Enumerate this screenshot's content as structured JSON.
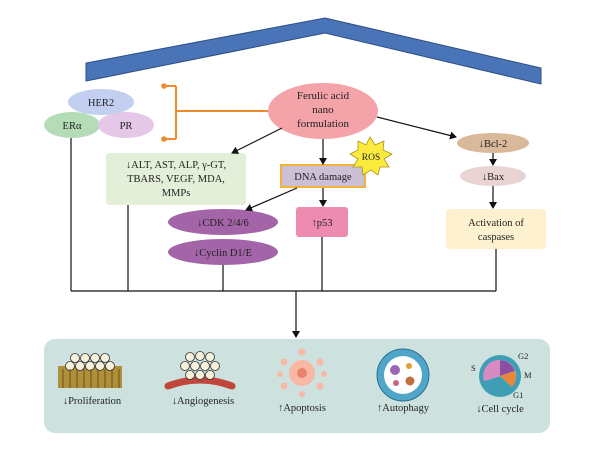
{
  "receptors": {
    "her2": "HER2",
    "er": "ERα",
    "pr": "PR"
  },
  "ferulic": {
    "line1": "Ferulic acid",
    "line2": "nano",
    "line3": "formulation"
  },
  "markers": {
    "line1": "↓ALT, AST, ALP, γ-GT,",
    "line2": "TBARS, VEGF, MDA,",
    "line3": "MMPs"
  },
  "dna_damage": "DNA damage",
  "ros": "ROS",
  "cdk": "↓CDK 2/4/6",
  "cyclin": "↓Cyclin D1/E",
  "p53": "↑p53",
  "bcl2": "↓Bcl-2",
  "bax": "↓Bax",
  "caspases": {
    "line1": "Activation of",
    "line2": "caspases"
  },
  "outcomes": {
    "proliferation": "↓Proliferation",
    "angiogenesis": "↓Angiogenesis",
    "apoptosis": "↑Apoptosis",
    "autophagy": "↑Autophagy",
    "cell_cycle": "↓Cell cycle"
  },
  "cycle_phases": {
    "g2": "G2",
    "s": "S",
    "m": "M",
    "g1": "G1"
  },
  "colors": {
    "membrane": "#4a74b8",
    "ferulic": "#f4a3a8",
    "markers_box": "#e4efd9",
    "dna_box": "#cdbfd6",
    "ros_star": "#fbeb3c",
    "purple_pill": "#a364a8",
    "p53_box": "#ee8bb0",
    "bcl2": "#d9b99a",
    "bax": "#e9d3d3",
    "caspase_box": "#fdf1cf",
    "outcome_panel": "#cde2df",
    "orange_bracket": "#f08a2c"
  }
}
